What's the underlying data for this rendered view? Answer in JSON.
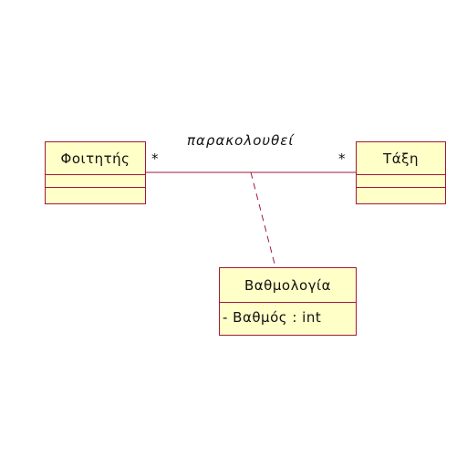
{
  "diagram": {
    "association": {
      "name": "παρακολουθεί",
      "multiplicity_left": "*",
      "multiplicity_right": "*"
    },
    "classes": {
      "student": {
        "name": "Φοιτητής",
        "attributes": []
      },
      "class": {
        "name": "Τάξη",
        "attributes": []
      },
      "grade": {
        "name": "Βαθμολογία",
        "attributes": [
          "- Βαθμός : int"
        ]
      }
    },
    "colors": {
      "class_fill": "#ffffc8",
      "class_border": "#a0183c",
      "line": "#a0183c"
    }
  }
}
